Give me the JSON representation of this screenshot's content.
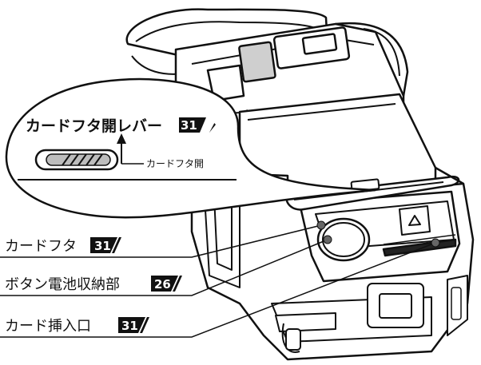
{
  "callout": {
    "lever_label": "カードフタ開レバー",
    "lever_page": "31",
    "open_direction_label": "カードフタ開"
  },
  "parts": [
    {
      "label": "カードフタ",
      "page": "31"
    },
    {
      "label": "ボタン電池収納部",
      "page": "26"
    },
    {
      "label": "カード挿入口",
      "page": "31"
    }
  ]
}
